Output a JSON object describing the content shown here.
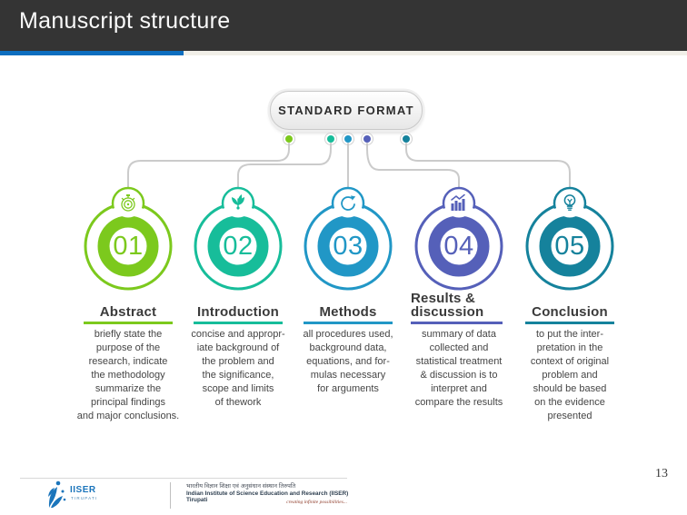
{
  "header": {
    "title": "Manuscript structure",
    "bar_color": "#343434",
    "accent_color": "#0d6ebf"
  },
  "diagram": {
    "pill_label": "STANDARD FORMAT",
    "connector_color": "#cbcbcb",
    "sections": [
      {
        "number": "01",
        "icon": "stopwatch-icon",
        "color": "#7cc91d",
        "title": "Abstract",
        "description": "briefly state the\npurpose of the\nresearch, indicate\nthe  methodology\nsummarize  the\nprincipal findings\nand major conclusions."
      },
      {
        "number": "02",
        "icon": "leaves-icon",
        "color": "#17bd9a",
        "title": "Introduction",
        "description": "concise and appropr-\niate  background of\nthe problem and\nthe significance,\nscope and limits\nof thework"
      },
      {
        "number": "03",
        "icon": "refresh-icon",
        "color": "#2197c6",
        "title": "Methods",
        "description": "all procedures used,\nbackground data,\nequations, and for-\nmulas necessary\nfor arguments"
      },
      {
        "number": "04",
        "icon": "bar-chart-icon",
        "color": "#5560b9",
        "title": "Results &\ndiscussion",
        "description": "summary of data\ncollected and\nstatistical treatment\n& discussion is to\ninterpret and\ncompare the results"
      },
      {
        "number": "05",
        "icon": "bulb-icon",
        "color": "#15829c",
        "title": "Conclusion",
        "description": "to put the inter-\npretation in the\ncontext of original\nproblem and\nshould be based\non the evidence\npresented"
      }
    ]
  },
  "footer": {
    "logo_text": "IISER",
    "logo_subtext": "TIRUPATI",
    "hindi_name": "भारतीय विज्ञान शिक्षा एवं अनुसंधान संस्थान तिरुपति",
    "english_name": "Indian Institute of Science Education and Research (IISER) Tirupati",
    "tagline": "creating infinite possibilities...",
    "page_number": "13"
  }
}
